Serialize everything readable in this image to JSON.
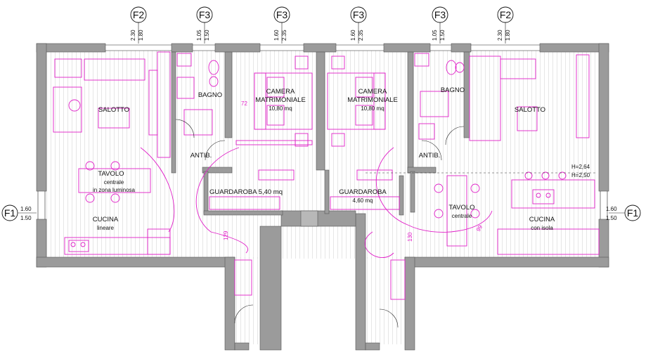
{
  "section_tags": [
    {
      "id": "F2",
      "label": "F2",
      "dims": [
        "2.30",
        "1.80"
      ]
    },
    {
      "id": "F3",
      "label": "F3",
      "dims": [
        "1.05",
        "1.50"
      ]
    },
    {
      "id": "F3",
      "label": "F3",
      "dims": [
        "1.60",
        "2.35"
      ]
    },
    {
      "id": "F3",
      "label": "F3",
      "dims": [
        "1.60",
        "2.35"
      ]
    },
    {
      "id": "F3",
      "label": "F3",
      "dims": [
        "1.05",
        "1.50"
      ]
    },
    {
      "id": "F2",
      "label": "F2",
      "dims": [
        "2.30",
        "1.80"
      ]
    }
  ],
  "side_tags": [
    {
      "label": "F1",
      "dims": [
        "1.60",
        "1.50"
      ]
    },
    {
      "label": "F1",
      "dims": [
        "1.60",
        "1.50"
      ]
    }
  ],
  "rooms_left": {
    "salotto": "SALOTTO",
    "bagno": "BAGNO",
    "camera": [
      "CAMERA",
      "MATRIMONIALE",
      "10,80 mq"
    ],
    "antib": "ANTIB.",
    "tavolo": [
      "TAVOLO",
      "centrale",
      "in zona luminosa"
    ],
    "guardaroba": "GUARDAROBA 5,40 mq",
    "cucina": [
      "CUCINA",
      "lineare"
    ]
  },
  "rooms_right": {
    "camera": [
      "CAMERA",
      "MATRIMONIALE",
      "10,80 mq"
    ],
    "bagno": "BAGNO",
    "salotto": "SALOTTO",
    "antib": "ANTIB.",
    "guardaroba": [
      "GUARDAROBA",
      "4,60 mq"
    ],
    "tavolo": [
      "TAVOLO",
      "centrale"
    ],
    "cucina": [
      "CUCINA",
      "con isola"
    ]
  },
  "heights": [
    "H=2,64",
    "H=2,50"
  ],
  "dimension_marks": [
    "72",
    "129",
    "130",
    "99"
  ],
  "colors": {
    "furniture": "#e020c8",
    "wall": "#9b9b9b",
    "ink": "#111111"
  }
}
